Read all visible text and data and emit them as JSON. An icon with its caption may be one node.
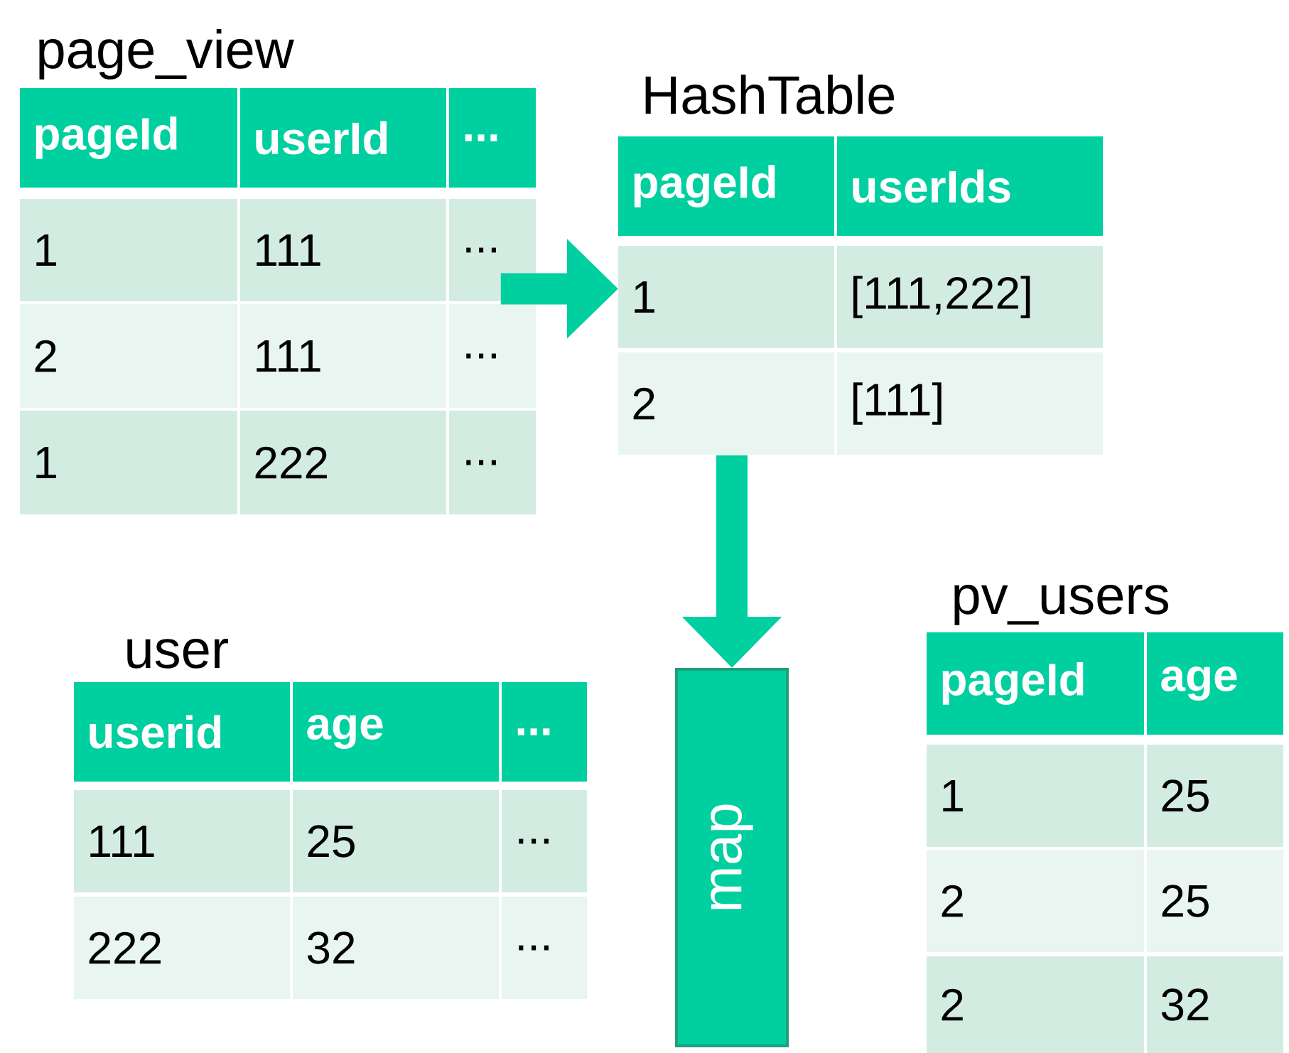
{
  "diagram": {
    "nodes": [
      {
        "text": [
          "page_view"
        ]
      },
      {
        "text": [
          "HashTable"
        ]
      },
      {
        "text": [
          "map"
        ]
      },
      {
        "text": [
          "user"
        ]
      },
      {
        "text": [
          "pv_users"
        ]
      }
    ],
    "edges": [
      {
        "from": 0,
        "to": 1,
        "arrow": "to"
      },
      {
        "from": 1,
        "to": 2,
        "arrow": "to"
      }
    ],
    "labels": [
      "pageId",
      "userId",
      "...",
      "1",
      "111",
      "...",
      "2",
      "111",
      "...",
      "1",
      "222",
      "...",
      "pageId",
      "userIds",
      "1",
      "[111,222]",
      "2",
      "[111]",
      "userid",
      "age",
      "...",
      "111",
      "25",
      "...",
      "222",
      "32",
      "...",
      "pageId",
      "age",
      "1",
      "25",
      "2",
      "25",
      "2",
      "32"
    ]
  }
}
